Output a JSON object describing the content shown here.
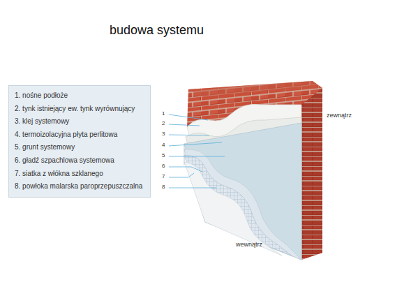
{
  "diagram": {
    "title": "budowa systemu",
    "nodes": [
      {
        "text": [
          "1. nośne podłoże",
          "2. tynk istniejący ew. tynk wyrównujący",
          "3. klej systemowy",
          "4. termoizolacyjna płyta perlitowa",
          "5. grunt systemowy",
          "6. gładź szpachlowa systemowa",
          "7. siatka z włókna szklanego",
          "8. powłoka malarska paroprzepuszczalna"
        ]
      }
    ],
    "labels": [
      "1",
      "2",
      "3",
      "4",
      "5",
      "6",
      "7",
      "8",
      "zewnątrz",
      "wewnątrz"
    ]
  }
}
